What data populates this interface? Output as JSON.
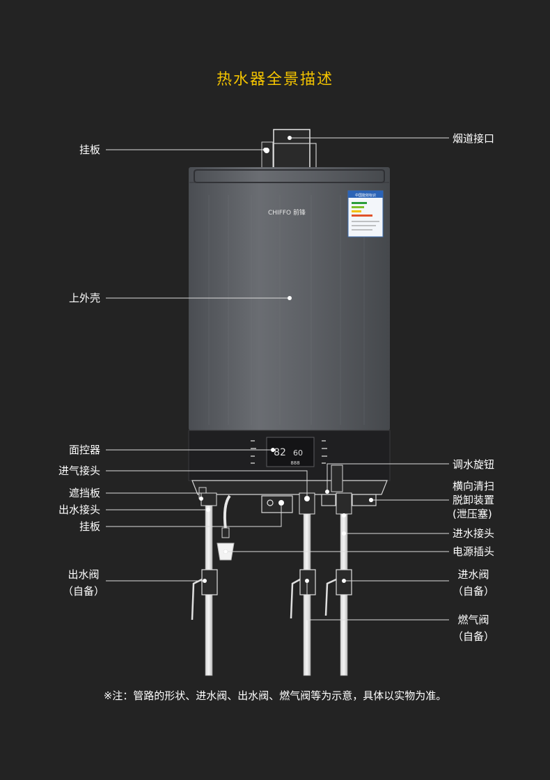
{
  "title": "热水器全景描述",
  "brand_logo": "CHIFFO 前锋",
  "display": {
    "digits_main": "82",
    "digits_secondary": "60",
    "digits_bottom": "888"
  },
  "energy_label": {
    "header": "中国能效标识"
  },
  "labels_left": {
    "hanging_board_top": "挂板",
    "upper_shell": "上外壳",
    "control_panel": "面控器",
    "gas_inlet_connector": "进气接头",
    "shield_plate": "遮挡板",
    "water_outlet_connector": "出水接头",
    "hanging_board_bottom": "挂板",
    "outlet_valve_line1": "出水阀",
    "outlet_valve_line2": "（自备）"
  },
  "labels_right": {
    "flue_interface": "烟道接口",
    "water_adjust_knob": "调水旋钮",
    "cleaning_line1": "横向清扫",
    "cleaning_line2": "脱卸装置",
    "cleaning_line3": "(泄压塞)",
    "water_inlet_connector": "进水接头",
    "power_plug": "电源插头",
    "inlet_valve_line1": "进水阀",
    "inlet_valve_line2": "（自备）",
    "gas_valve_line1": "燃气阀",
    "gas_valve_line2": "（自备）"
  },
  "note": "※注：管路的形状、进水阀、出水阀、燃气阀等为示意，具体以实物为准。",
  "colors": {
    "background": "#232323",
    "title": "#f3c300",
    "label": "#ffffff",
    "leader_line": "#dddddd"
  }
}
